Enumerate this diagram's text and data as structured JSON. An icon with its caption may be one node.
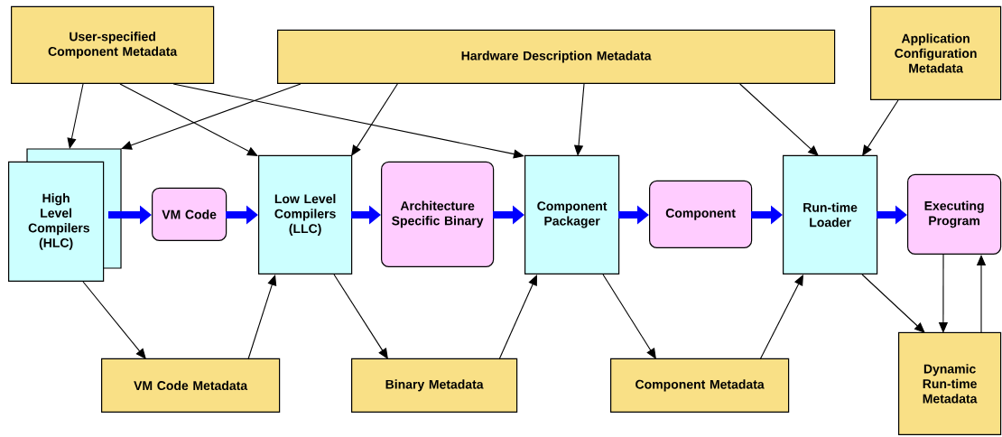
{
  "diagram": {
    "nodes": [
      {
        "text": [
          "User-specified Component Metadata"
        ]
      },
      {
        "text": [
          "Hardware Description Metadata"
        ]
      },
      {
        "text": [
          "Application Configuration Metadata"
        ]
      },
      {
        "text": [
          "High Level Compilers (HLC)"
        ]
      },
      {
        "text": [
          "VM Code"
        ]
      },
      {
        "text": [
          "Low Level Compilers (LLC)"
        ]
      },
      {
        "text": [
          "Architecture Specific Binary"
        ]
      },
      {
        "text": [
          "Component Packager"
        ]
      },
      {
        "text": [
          "Component"
        ]
      },
      {
        "text": [
          "Run-time Loader"
        ]
      },
      {
        "text": [
          "Executing Program"
        ]
      },
      {
        "text": [
          "VM Code Metadata"
        ]
      },
      {
        "text": [
          "Binary Metadata"
        ]
      },
      {
        "text": [
          "Component Metadata"
        ]
      },
      {
        "text": [
          "Dynamic Run-time Metadata"
        ]
      }
    ],
    "edges": [
      {
        "from": 0,
        "to": 3,
        "arrow": "to"
      },
      {
        "from": 0,
        "to": 5,
        "arrow": "to"
      },
      {
        "from": 0,
        "to": 7,
        "arrow": "to"
      },
      {
        "from": 1,
        "to": 3,
        "arrow": "to"
      },
      {
        "from": 1,
        "to": 5,
        "arrow": "to"
      },
      {
        "from": 1,
        "to": 7,
        "arrow": "to"
      },
      {
        "from": 1,
        "to": 9,
        "arrow": "to"
      },
      {
        "from": 2,
        "to": 9,
        "arrow": "to"
      },
      {
        "from": 3,
        "to": 4,
        "arrow": "to",
        "style": "thick",
        "color": "#0000ff"
      },
      {
        "from": 4,
        "to": 5,
        "arrow": "to",
        "style": "thick",
        "color": "#0000ff"
      },
      {
        "from": 5,
        "to": 6,
        "arrow": "to",
        "style": "thick",
        "color": "#0000ff"
      },
      {
        "from": 6,
        "to": 7,
        "arrow": "to",
        "style": "thick",
        "color": "#0000ff"
      },
      {
        "from": 7,
        "to": 8,
        "arrow": "to",
        "style": "thick",
        "color": "#0000ff"
      },
      {
        "from": 8,
        "to": 9,
        "arrow": "to",
        "style": "thick",
        "color": "#0000ff"
      },
      {
        "from": 9,
        "to": 10,
        "arrow": "to",
        "style": "thick",
        "color": "#0000ff"
      },
      {
        "from": 3,
        "to": 11,
        "arrow": "to"
      },
      {
        "from": 11,
        "to": 5,
        "arrow": "to"
      },
      {
        "from": 5,
        "to": 12,
        "arrow": "to"
      },
      {
        "from": 12,
        "to": 7,
        "arrow": "to"
      },
      {
        "from": 7,
        "to": 13,
        "arrow": "to"
      },
      {
        "from": 13,
        "to": 9,
        "arrow": "to"
      },
      {
        "from": 9,
        "to": 14,
        "arrow": "to"
      },
      {
        "from": 10,
        "to": 14,
        "arrow": "to"
      },
      {
        "from": 14,
        "to": 10,
        "arrow": "to"
      }
    ]
  }
}
